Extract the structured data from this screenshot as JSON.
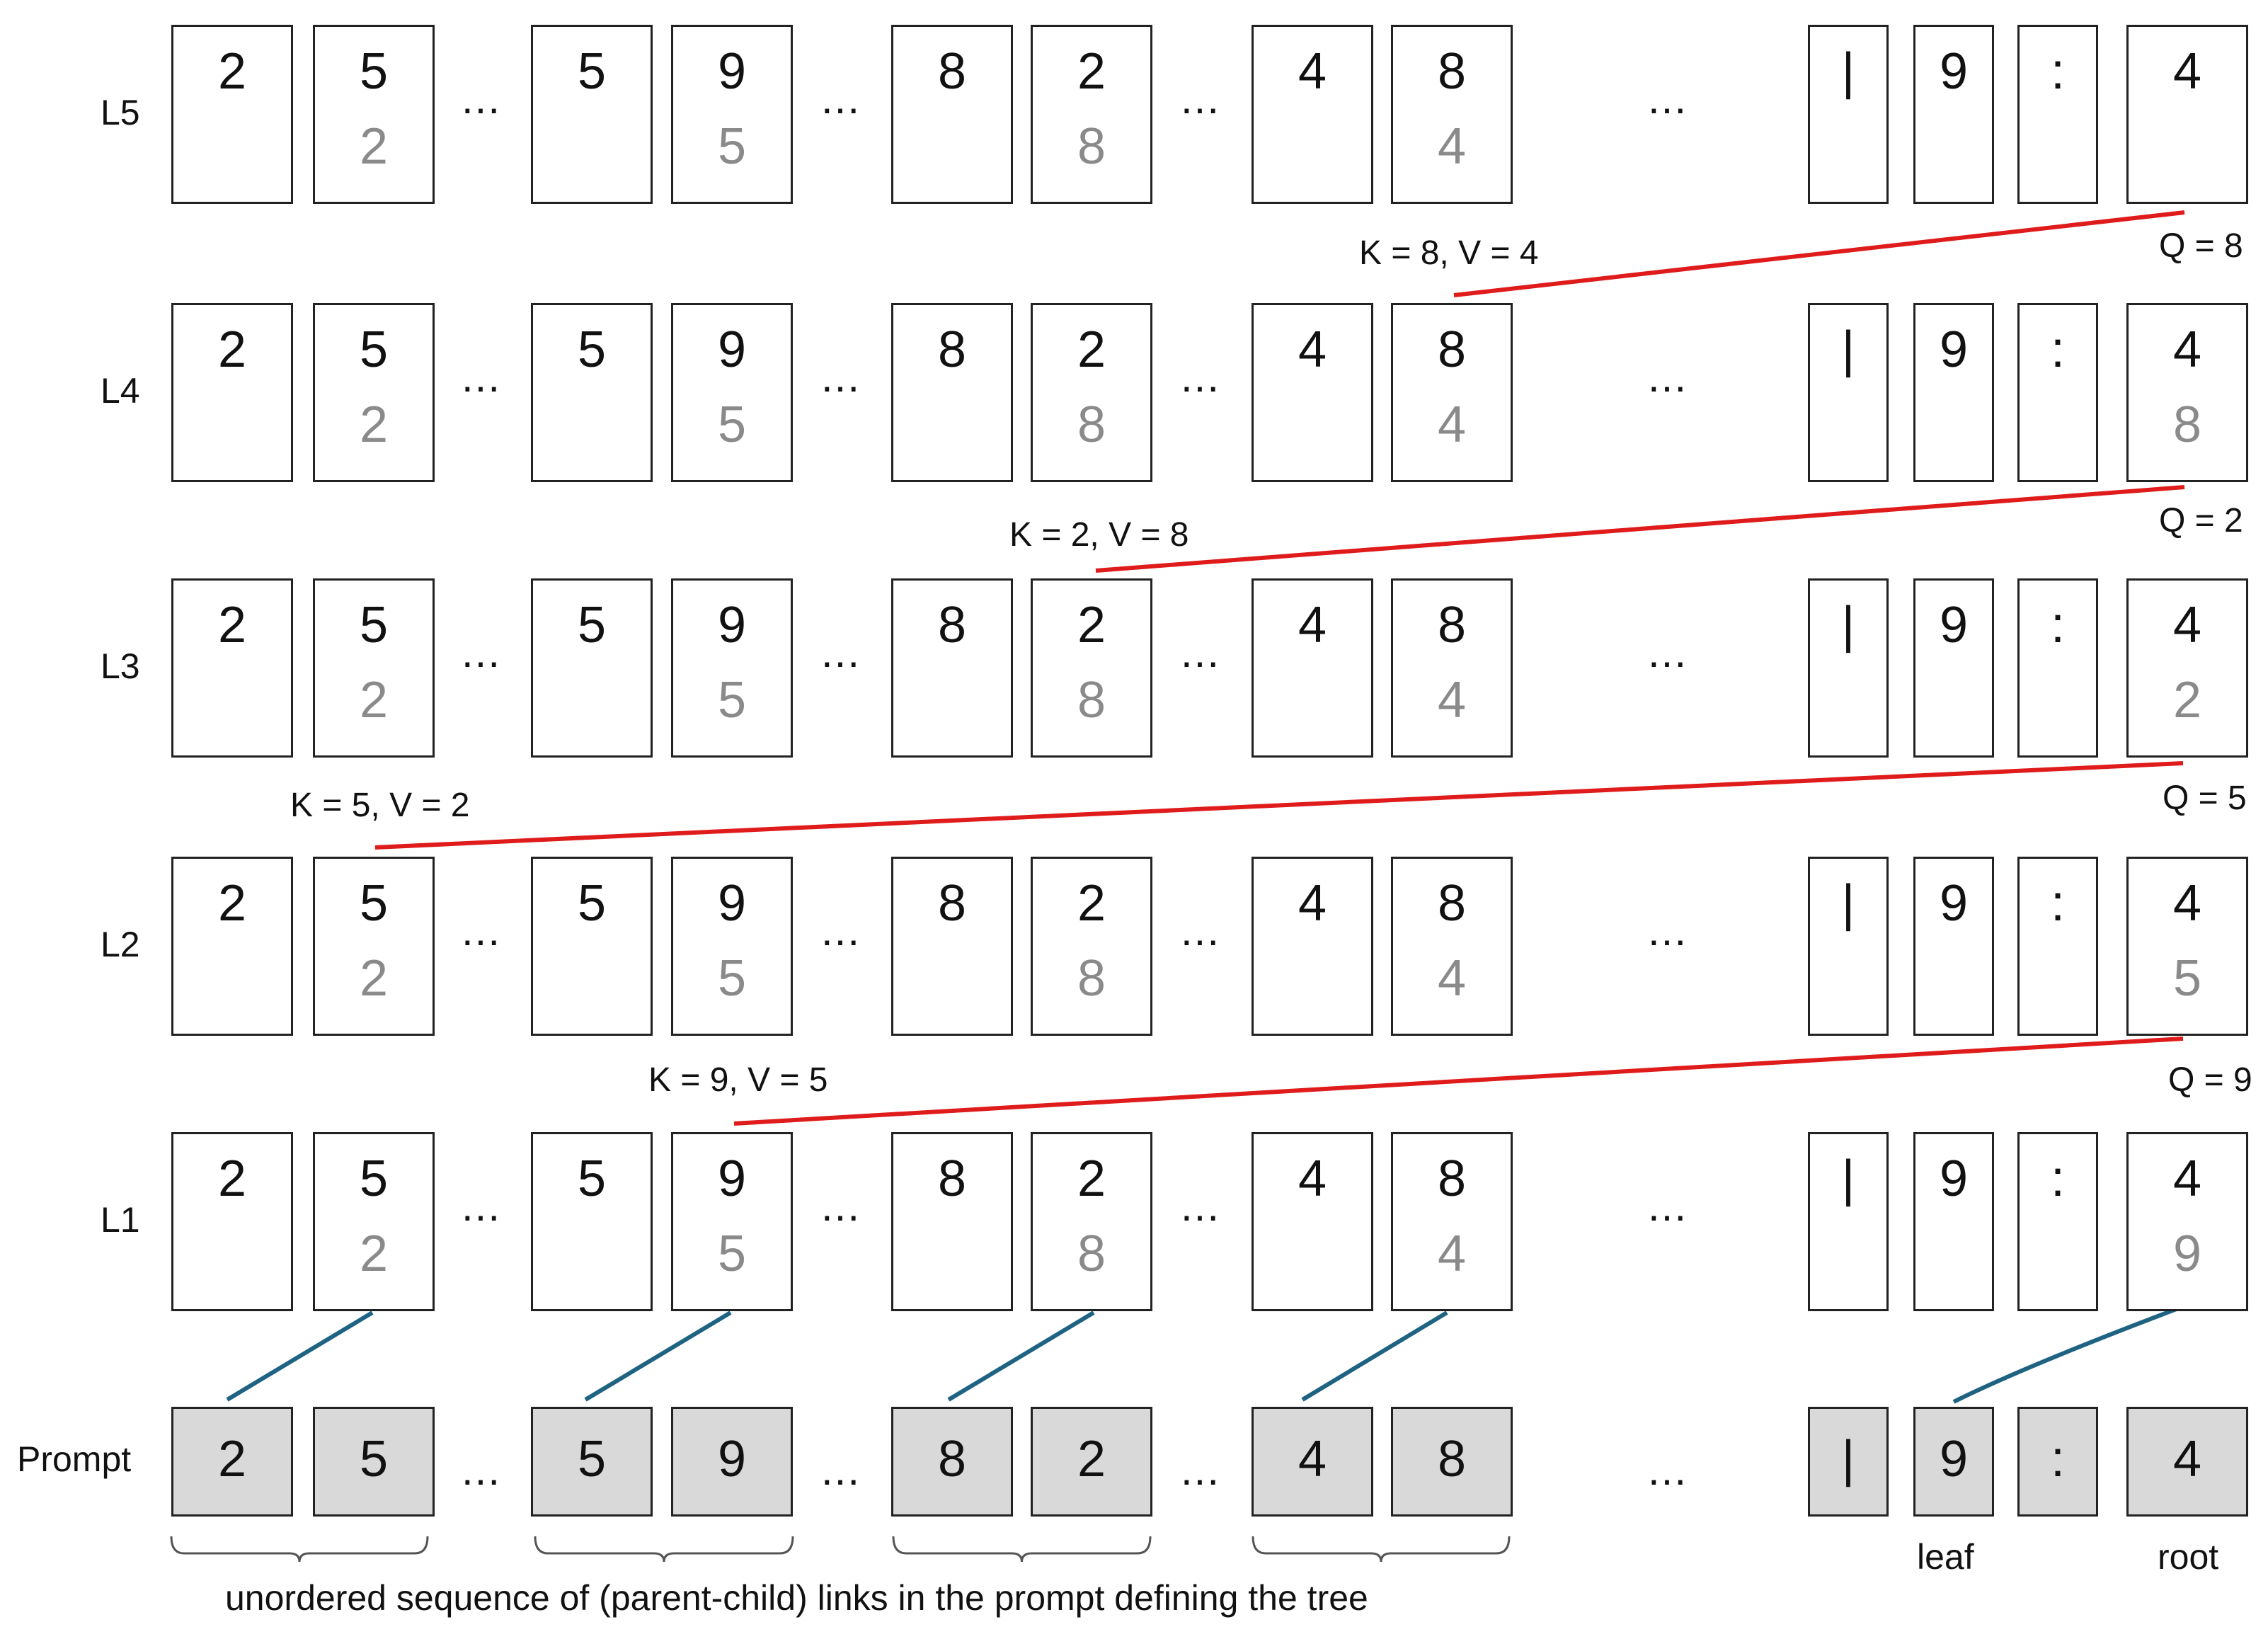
{
  "layers": [
    {
      "label": "L5",
      "tokens": [
        "2",
        "5",
        "5",
        "9",
        "8",
        "2",
        "4",
        "8",
        "|",
        "9",
        ":",
        "4"
      ],
      "subs": [
        "",
        "2",
        "",
        "5",
        "",
        "8",
        "",
        "4",
        "",
        "",
        "",
        ""
      ]
    },
    {
      "label": "L4",
      "tokens": [
        "2",
        "5",
        "5",
        "9",
        "8",
        "2",
        "4",
        "8",
        "|",
        "9",
        ":",
        "4"
      ],
      "subs": [
        "",
        "2",
        "",
        "5",
        "",
        "8",
        "",
        "4",
        "",
        "",
        "",
        "8"
      ]
    },
    {
      "label": "L3",
      "tokens": [
        "2",
        "5",
        "5",
        "9",
        "8",
        "2",
        "4",
        "8",
        "|",
        "9",
        ":",
        "4"
      ],
      "subs": [
        "",
        "2",
        "",
        "5",
        "",
        "8",
        "",
        "4",
        "",
        "",
        "",
        "2"
      ]
    },
    {
      "label": "L2",
      "tokens": [
        "2",
        "5",
        "5",
        "9",
        "8",
        "2",
        "4",
        "8",
        "|",
        "9",
        ":",
        "4"
      ],
      "subs": [
        "",
        "2",
        "",
        "5",
        "",
        "8",
        "",
        "4",
        "",
        "",
        "",
        "5"
      ]
    },
    {
      "label": "L1",
      "tokens": [
        "2",
        "5",
        "5",
        "9",
        "8",
        "2",
        "4",
        "8",
        "|",
        "9",
        ":",
        "4"
      ],
      "subs": [
        "",
        "2",
        "",
        "5",
        "",
        "8",
        "",
        "4",
        "",
        "",
        "",
        "9"
      ]
    }
  ],
  "prompt": {
    "label": "Prompt",
    "tokens": [
      "2",
      "5",
      "5",
      "9",
      "8",
      "2",
      "4",
      "8",
      "|",
      "9",
      ":",
      "4"
    ]
  },
  "ellipsis": "...",
  "attention": [
    {
      "kv": "K = 8, V = 4",
      "q": "Q = 8"
    },
    {
      "kv": "K = 2, V = 8",
      "q": "Q = 2"
    },
    {
      "kv": "K = 5, V = 2",
      "q": "Q = 5"
    },
    {
      "kv": "K = 9, V = 5",
      "q": "Q = 9"
    }
  ],
  "labels": {
    "leaf": "leaf",
    "root": "root"
  },
  "caption": "unordered sequence of (parent-child) links in the prompt defining the tree",
  "colors": {
    "attention_line": "#e01b1b",
    "copy_line": "#1f6382",
    "prompt_fill": "#d9d9d9",
    "sub_text": "#8a8a8a"
  }
}
